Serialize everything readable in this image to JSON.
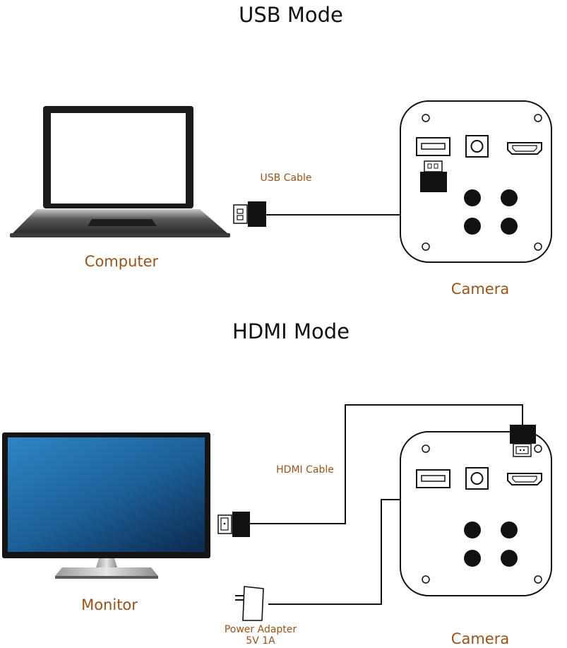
{
  "usb_mode": {
    "title": "USB Mode",
    "cable_label": "USB Cable",
    "computer_label": "Computer",
    "camera_label": "Camera"
  },
  "hdmi_mode": {
    "title": "HDMI Mode",
    "cable_label": "HDMI Cable",
    "monitor_label": "Monitor",
    "camera_label": "Camera",
    "power_label_line1": "Power Adapter",
    "power_label_line2": "5V 1A"
  },
  "colors": {
    "label": "#9a5219",
    "line": "#111111",
    "screen_blue": "#1f6aa5"
  }
}
